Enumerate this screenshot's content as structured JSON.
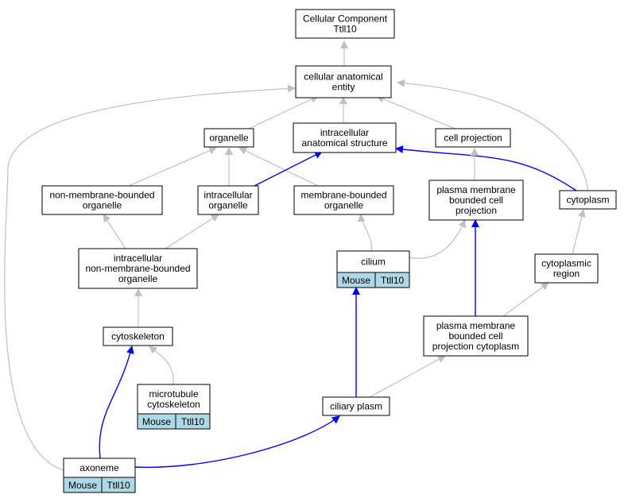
{
  "colors": {
    "grey_edge": "#c0c0c0",
    "blue_edge": "#0000ff",
    "node_border": "#000000",
    "node_fill": "#ffffff",
    "tag_fill": "#add8e6"
  },
  "nodes": [
    {
      "id": "cellular-component",
      "lines": [
        "Cellular Component",
        "Ttll10"
      ]
    },
    {
      "id": "cellular-anatomical-entity",
      "lines": [
        "cellular anatomical",
        "entity"
      ]
    },
    {
      "id": "organelle",
      "lines": [
        "organelle"
      ]
    },
    {
      "id": "intracellular-anatomical-structure",
      "lines": [
        "intracellular",
        "anatomical structure"
      ]
    },
    {
      "id": "cell-projection",
      "lines": [
        "cell projection"
      ]
    },
    {
      "id": "non-membrane-bounded-organelle",
      "lines": [
        "non-membrane-bounded",
        "organelle"
      ]
    },
    {
      "id": "intracellular-organelle",
      "lines": [
        "intracellular",
        "organelle"
      ]
    },
    {
      "id": "membrane-bounded-organelle",
      "lines": [
        "membrane-bounded",
        "organelle"
      ]
    },
    {
      "id": "plasma-membrane-bounded-cell-projection",
      "lines": [
        "plasma membrane",
        "bounded cell",
        "projection"
      ]
    },
    {
      "id": "cytoplasm",
      "lines": [
        "cytoplasm"
      ]
    },
    {
      "id": "intracellular-non-membrane-bounded-organelle",
      "lines": [
        "intracellular",
        "non-membrane-bounded",
        "organelle"
      ]
    },
    {
      "id": "cilium",
      "lines": [
        "cilium"
      ],
      "tags": [
        "Mouse",
        "Ttll10"
      ]
    },
    {
      "id": "cytoplasmic-region",
      "lines": [
        "cytoplasmic",
        "region"
      ]
    },
    {
      "id": "cytoskeleton",
      "lines": [
        "cytoskeleton"
      ]
    },
    {
      "id": "plasma-membrane-bounded-cell-projection-cytoplasm",
      "lines": [
        "plasma membrane",
        "bounded cell",
        "projection cytoplasm"
      ]
    },
    {
      "id": "microtubule-cytoskeleton",
      "lines": [
        "microtubule",
        "cytoskeleton"
      ],
      "tags": [
        "Mouse",
        "Ttll10"
      ]
    },
    {
      "id": "ciliary-plasm",
      "lines": [
        "ciliary plasm"
      ]
    },
    {
      "id": "axoneme",
      "lines": [
        "axoneme"
      ],
      "tags": [
        "Mouse",
        "Ttll10"
      ]
    }
  ],
  "edges": [
    {
      "from": "cellular-anatomical-entity",
      "to": "cellular-component",
      "color": "grey"
    },
    {
      "from": "organelle",
      "to": "cellular-anatomical-entity",
      "color": "grey"
    },
    {
      "from": "intracellular-anatomical-structure",
      "to": "cellular-anatomical-entity",
      "color": "grey"
    },
    {
      "from": "cell-projection",
      "to": "cellular-anatomical-entity",
      "color": "grey"
    },
    {
      "from": "cytoplasm",
      "to": "cellular-anatomical-entity",
      "color": "grey"
    },
    {
      "from": "axoneme",
      "to": "cellular-anatomical-entity",
      "color": "grey"
    },
    {
      "from": "non-membrane-bounded-organelle",
      "to": "organelle",
      "color": "grey"
    },
    {
      "from": "intracellular-organelle",
      "to": "organelle",
      "color": "grey"
    },
    {
      "from": "membrane-bounded-organelle",
      "to": "organelle",
      "color": "grey"
    },
    {
      "from": "intracellular-organelle",
      "to": "intracellular-anatomical-structure",
      "color": "blue"
    },
    {
      "from": "cytoplasm",
      "to": "intracellular-anatomical-structure",
      "color": "blue"
    },
    {
      "from": "plasma-membrane-bounded-cell-projection",
      "to": "cell-projection",
      "color": "grey"
    },
    {
      "from": "intracellular-non-membrane-bounded-organelle",
      "to": "non-membrane-bounded-organelle",
      "color": "grey"
    },
    {
      "from": "intracellular-non-membrane-bounded-organelle",
      "to": "intracellular-organelle",
      "color": "grey"
    },
    {
      "from": "cilium",
      "to": "membrane-bounded-organelle",
      "color": "grey"
    },
    {
      "from": "cilium",
      "to": "plasma-membrane-bounded-cell-projection",
      "color": "grey"
    },
    {
      "from": "plasma-membrane-bounded-cell-projection-cytoplasm",
      "to": "plasma-membrane-bounded-cell-projection",
      "color": "blue"
    },
    {
      "from": "cytoplasmic-region",
      "to": "cytoplasm",
      "color": "grey"
    },
    {
      "from": "cytoskeleton",
      "to": "intracellular-non-membrane-bounded-organelle",
      "color": "grey"
    },
    {
      "from": "ciliary-plasm",
      "to": "cilium",
      "color": "blue"
    },
    {
      "from": "plasma-membrane-bounded-cell-projection-cytoplasm",
      "to": "cytoplasmic-region",
      "color": "grey"
    },
    {
      "from": "microtubule-cytoskeleton",
      "to": "cytoskeleton",
      "color": "grey"
    },
    {
      "from": "axoneme",
      "to": "cytoskeleton",
      "color": "blue"
    },
    {
      "from": "ciliary-plasm",
      "to": "plasma-membrane-bounded-cell-projection-cytoplasm",
      "color": "grey"
    },
    {
      "from": "axoneme",
      "to": "ciliary-plasm",
      "color": "blue"
    }
  ]
}
